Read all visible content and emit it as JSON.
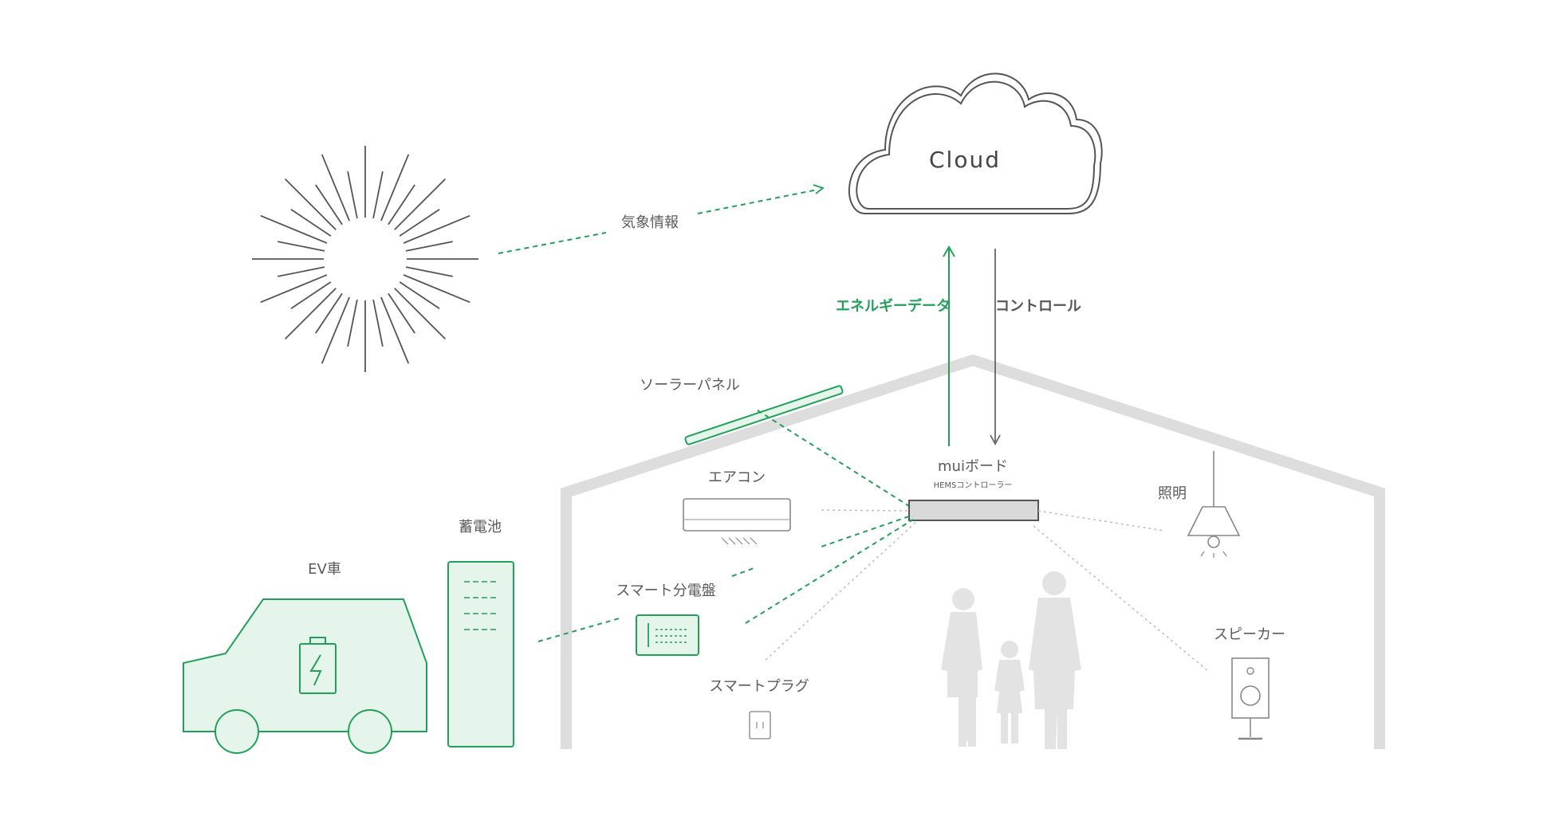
{
  "cloud": {
    "label": "Cloud"
  },
  "weather_label": "気象情報",
  "energy_data_label": "エネルギーデータ",
  "control_label": "コントロール",
  "solar_panel_label": "ソーラーパネル",
  "mui_board": {
    "label": "muiボード",
    "sublabel": "HEMSコントローラー"
  },
  "aircon_label": "エアコン",
  "lighting_label": "照明",
  "battery_label": "蓄電池",
  "ev_label": "EV車",
  "smart_panel_label": "スマート分電盤",
  "smart_plug_label": "スマートプラグ",
  "speaker_label": "スピーカー",
  "colors": {
    "accent_green": "#22a05a",
    "light_green_fill": "#e6f5ec",
    "house_gray": "#dddddd",
    "text_gray": "#5a5a5a"
  }
}
